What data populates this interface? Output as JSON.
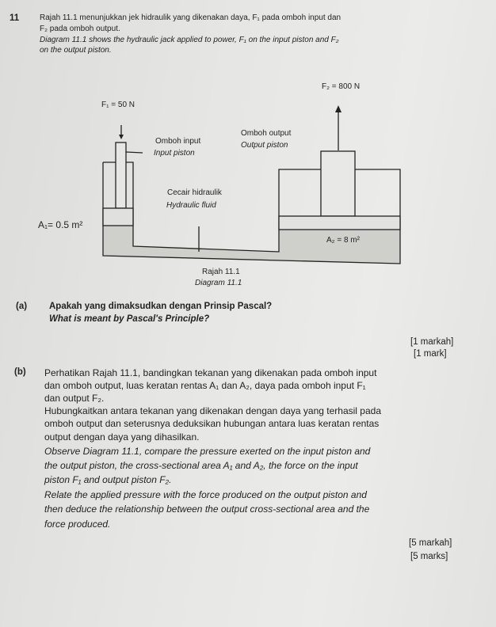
{
  "question": {
    "number": "11",
    "intro_ms": [
      "Rajah 11.1 menunjukkan jek hidraulik yang dikenakan daya, F₁ pada omboh input dan",
      "F₂ pada omboh output."
    ],
    "intro_en": [
      "Diagram 11.1 shows the hydraulic jack applied to power, F₁ on the input piston and F₂",
      "on the output piston."
    ]
  },
  "diagram": {
    "f2_label": "F₂ = 800 N",
    "f1_label": "F₁ = 50 N",
    "input_piston_ms": "Omboh input",
    "input_piston_en": "Input piston",
    "output_piston_ms": "Omboh output",
    "output_piston_en": "Output piston",
    "fluid_ms": "Cecair hidraulik",
    "fluid_en": "Hydraulic fluid",
    "a1_label": "A₁= 0.5 m²",
    "a2_label": "A₂ = 8 m²",
    "caption_ms": "Rajah 11.1",
    "caption_en": "Diagram 11.1"
  },
  "part_a": {
    "label": "(a)",
    "text_ms": "Apakah yang dimaksudkan dengan Prinsip Pascal?",
    "text_en": "What is meant by Pascal's Principle?",
    "marks_ms": "[1 markah]",
    "marks_en": "[1 mark]"
  },
  "part_b": {
    "label": "(b)",
    "lines_ms": [
      "Perhatikan Rajah 11.1, bandingkan tekanan yang dikenakan pada omboh input",
      "dan omboh output, luas keratan rentas A₁ dan A₂, daya pada omboh input F₁",
      "dan output F₂.",
      "Hubungkaitkan antara tekanan yang dikenakan dengan daya yang terhasil pada",
      "omboh output dan seterusnya deduksikan hubungan antara luas keratan rentas",
      "output dengan daya yang dihasilkan."
    ],
    "lines_en": [
      "Observe Diagram 11.1, compare the pressure exerted on the input piston and",
      "the output piston, the cross-sectional area A₁ and A₂, the force on the input",
      "piston F₁ and output piston F₂.",
      "Relate the applied pressure with the force produced on the output piston and",
      "then deduce the relationship between the output cross-sectional area and the",
      "force produced."
    ],
    "marks_ms": "[5 markah]",
    "marks_en": "[5 marks]"
  }
}
